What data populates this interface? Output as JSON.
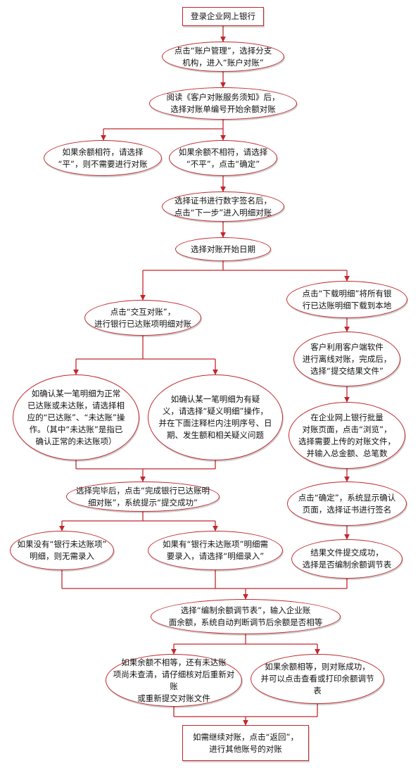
{
  "colors": {
    "stroke": "#c0282d",
    "text": "#111111",
    "background": "#ffffff"
  },
  "nodes": {
    "n1": "登录企业网上银行",
    "n2": "点击“账户管理”，选择分支\n机构，进入“账户对账”",
    "n3": "阅读《客户对账服务须知》后，\n选择对账单编号开始余额对账",
    "n4": "如果余额相符，请选择\n“平”，则不需要进行对账",
    "n5": "如果余额不相符，请选择\n“不平”，点击“确定”",
    "n6": "选择证书进行数字签名后，\n点击“下一步”进入明细对账",
    "n7": "选择对账开始日期",
    "n8": "点击“交互对账”，\n进行银行已达账项明细对账",
    "n9": "点击“下载明细”将所有银\n行已达账明细下载到本地",
    "n10": "客户利用客户端软件\n进行离线对账，完成后，\n选择“提交结果文件”",
    "n11": "如确认某一笔明细为正常\n已达账或未达账，请选择相\n应的“已达账”、“未达账”操\n作。（其中“未达账”是指已\n确认正常的未达账项）",
    "n12": "如确认某一笔明细为有疑\n义，请选择“疑义明细”操作，\n并在下面注释栏内注明序号、日\n期、发生额和相关疑义问题",
    "n13": "在企业网上银行批量\n对账页面，点击“浏览”，\n选择需要上传的对账文件，\n并输入总金额、总笔数",
    "n14": "选择完毕后，点击“完成银行已达账明\n细对账”，系统提示“提交成功”",
    "n15": "点击“确定”，系统显示确认\n页面，选择证书进行签名",
    "n16": "如果没有“银行未达账项”\n明细，则无需录入",
    "n17": "如果有“银行未达账项”明细需\n要录入，请选择“明细录入”",
    "n18": "结果文件提交成功，\n选择是否编制余额调节表",
    "n19": "选择“编制余额调节表”，输入企业账\n面余额，系统自动判断调节后余额是否相等",
    "n20": "如果余额不相等，还有未达账\n项尚未查清，请仔细核对后重新对账\n或重新提交对账文件",
    "n21": "如果余额相等，则对账成功，\n并可以点击查看或打印余额调节表",
    "n22": "如需继续对账，点击“返回”，\n进行其他账号的对账"
  }
}
